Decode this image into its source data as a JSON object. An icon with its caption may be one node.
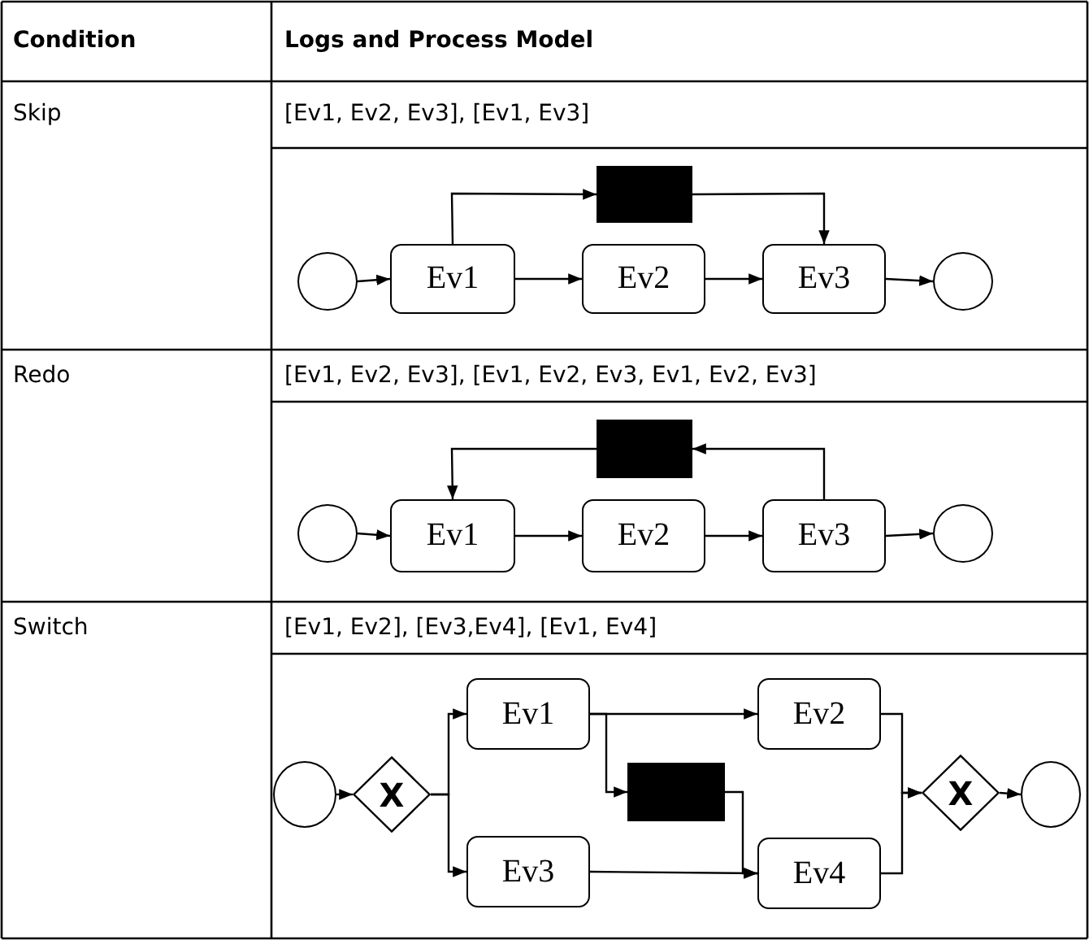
{
  "diagram": {
    "nodes": [
      {
        "text": [],
        "shape": "circle"
      },
      {
        "text": [
          "Ev1"
        ]
      },
      {
        "text": [
          "Ev2"
        ]
      },
      {
        "text": [
          "Ev3"
        ]
      },
      {
        "text": [],
        "shape": "circle"
      },
      {
        "text": [],
        "shape": "box"
      },
      {
        "text": [],
        "shape": "circle"
      },
      {
        "text": [
          "Ev1"
        ]
      },
      {
        "text": [
          "Ev2"
        ]
      },
      {
        "text": [
          "Ev3"
        ]
      },
      {
        "text": [],
        "shape": "circle"
      },
      {
        "text": [],
        "shape": "box"
      },
      {
        "text": [],
        "shape": "circle"
      },
      {
        "text": [
          "X"
        ]
      },
      {
        "text": [
          "Ev1"
        ]
      },
      {
        "text": [
          "Ev2"
        ]
      },
      {
        "text": [],
        "shape": "box"
      },
      {
        "text": [
          "Ev3"
        ]
      },
      {
        "text": [
          "Ev4"
        ]
      },
      {
        "text": [
          "X"
        ]
      },
      {
        "text": [],
        "shape": "circle"
      }
    ],
    "edges": [
      {
        "from": 0,
        "to": 1,
        "arrow": "to"
      },
      {
        "from": 1,
        "to": 2,
        "arrow": "to"
      },
      {
        "from": 2,
        "to": 3,
        "arrow": "to"
      },
      {
        "from": 3,
        "to": 4,
        "arrow": "to"
      },
      {
        "from": 1,
        "to": 5,
        "arrow": "to"
      },
      {
        "from": 5,
        "to": 3,
        "arrow": "to"
      },
      {
        "from": 6,
        "to": 7,
        "arrow": "to"
      },
      {
        "from": 7,
        "to": 8,
        "arrow": "to"
      },
      {
        "from": 8,
        "to": 9,
        "arrow": "to"
      },
      {
        "from": 9,
        "to": 10,
        "arrow": "to"
      },
      {
        "from": 9,
        "to": 11,
        "arrow": "to"
      },
      {
        "from": 11,
        "to": 7,
        "arrow": "to"
      },
      {
        "from": 12,
        "to": 13,
        "arrow": "to"
      },
      {
        "from": 13,
        "to": 14,
        "arrow": "to"
      },
      {
        "from": 13,
        "to": 17,
        "arrow": "to"
      },
      {
        "from": 14,
        "to": 15,
        "arrow": "to"
      },
      {
        "from": 14,
        "to": 16,
        "arrow": "to"
      },
      {
        "from": 16,
        "to": 18,
        "arrow": "to"
      },
      {
        "from": 17,
        "to": 18,
        "arrow": "to"
      },
      {
        "from": 15,
        "to": 19,
        "arrow": "to"
      },
      {
        "from": 18,
        "to": 19,
        "arrow": "to"
      },
      {
        "from": 19,
        "to": 20,
        "arrow": "to"
      }
    ],
    "labels": [
      "Condition",
      "Logs and Process Model",
      "Skip",
      "[Ev1, Ev2, Ev3], [Ev1, Ev3]",
      "Redo",
      "[Ev1, Ev2, Ev3], [Ev1, Ev2, Ev3, Ev1, Ev2, Ev3]",
      "Switch",
      "[Ev1, Ev2], [Ev3,Ev4], [Ev1, Ev4]"
    ]
  }
}
